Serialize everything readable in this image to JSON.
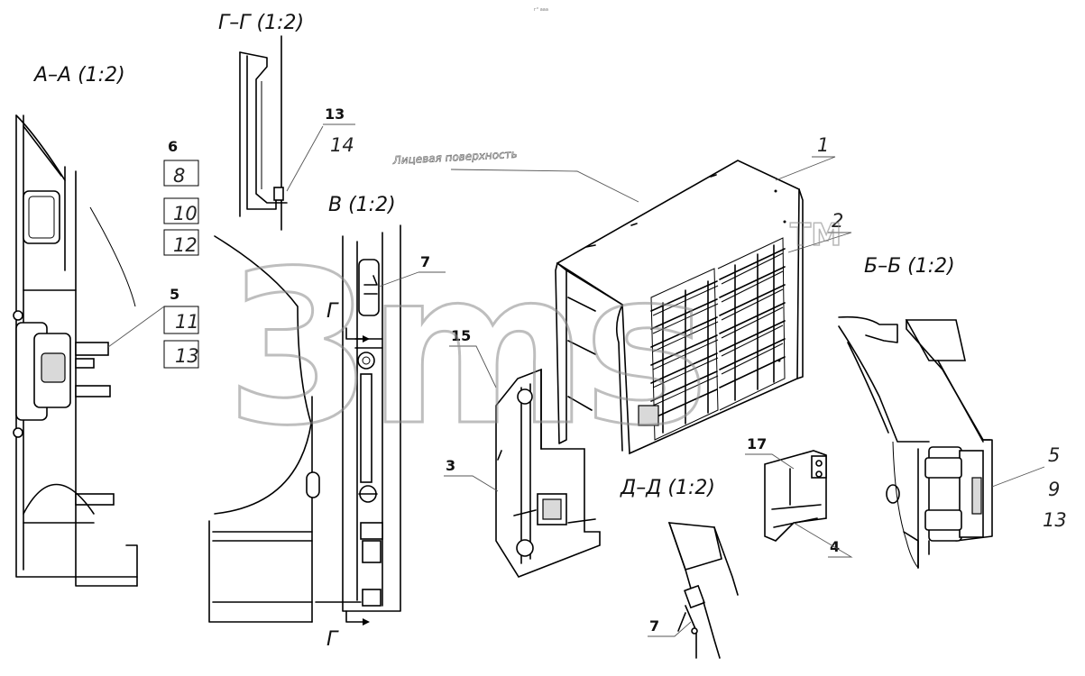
{
  "views": {
    "aa": "А–А (1:2)",
    "gg": "Г–Г (1:2)",
    "v": "В (1:2)",
    "bb": "Б–Б (1:2)",
    "dd": "Д–Д (1:2)"
  },
  "section_mark": "Г",
  "face_note": "Лицевая поверхность",
  "tiny_mark": "г° ааа",
  "watermark": {
    "text": "3ms",
    "tm": "TM"
  },
  "callouts": {
    "c6": "6",
    "c8": "8",
    "c10": "10",
    "c12": "12",
    "c5a": "5",
    "c11": "11",
    "c13a": "13",
    "c13b": "13",
    "c14": "14",
    "c7a": "7",
    "c15": "15",
    "c3": "3",
    "c1": "1",
    "c2": "2",
    "c17": "17",
    "c4": "4",
    "c7b": "7",
    "c5b": "5",
    "c9": "9",
    "c13c": "13"
  }
}
